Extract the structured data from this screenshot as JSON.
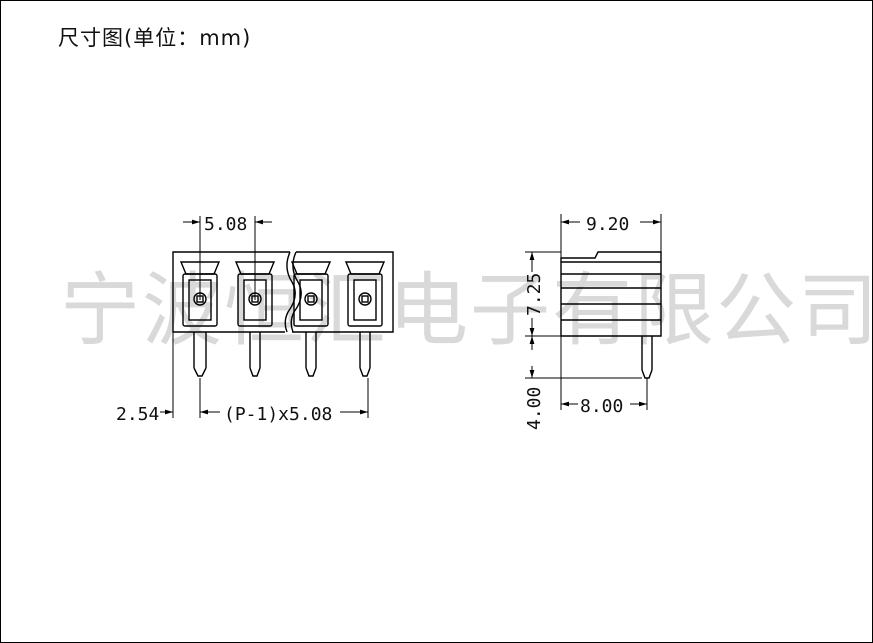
{
  "title": "尺寸图(单位：mm)",
  "watermark": "宁波恒汇电子有限公司",
  "front_view": {
    "pitch_label": "5.08",
    "offset_label": "2.54",
    "span_label": "(P-1)x5.08"
  },
  "side_view": {
    "depth_label": "9.20",
    "height_label": "7.25",
    "pin_length_label": "4.00",
    "base_label": "8.00"
  }
}
